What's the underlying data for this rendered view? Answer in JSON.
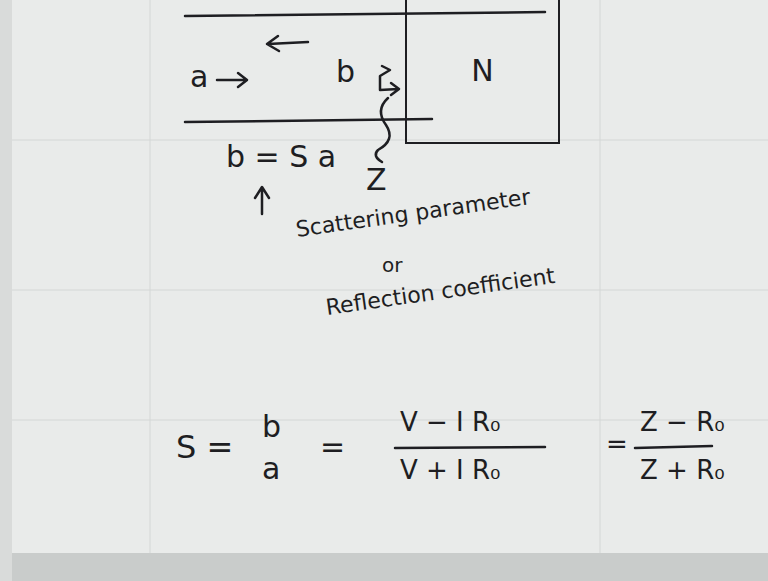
{
  "diagram": {
    "nodes": [
      {
        "text": [
          "N"
        ]
      }
    ],
    "labels": [
      "a",
      "b",
      "b = S a",
      "Z",
      "Scattering parameter",
      "or",
      "Reflection coefficient",
      "S =",
      "b",
      "a",
      "=",
      "V − I R₀",
      "V + I R₀",
      "=",
      "Z − R₀",
      "Z + R₀"
    ]
  }
}
